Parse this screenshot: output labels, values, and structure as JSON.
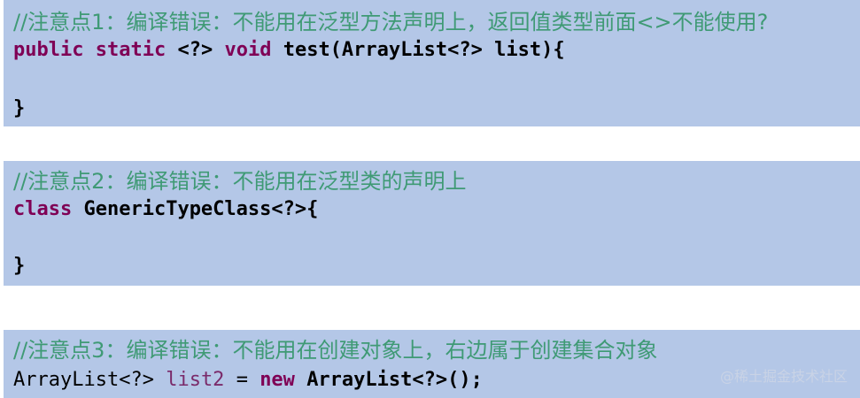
{
  "blocks": [
    {
      "comment": "//注意点1：编译错误：不能用在泛型方法声明上，返回值类型前面<>不能使用?",
      "code": {
        "public": "public",
        "static": "static",
        "wildcard": "<?>",
        "void": "void",
        "rest": "test(ArrayList<?> list){"
      },
      "closing": "}"
    },
    {
      "comment": "//注意点2：编译错误：不能用在泛型类的声明上",
      "code": {
        "class": "class",
        "rest": "GenericTypeClass<?>{"
      },
      "closing": "}"
    },
    {
      "comment": "//注意点3：编译错误：不能用在创建对象上，右边属于创建集合对象",
      "code": {
        "type": "ArrayList<?>",
        "var": "list2",
        "eq": "=",
        "new": "new",
        "rest": "ArrayList<?>();"
      }
    }
  ],
  "watermark": "@稀土掘金技术社区",
  "colors": {
    "block_bg": "#b4c7e7",
    "comment": "#3f9a75",
    "keyword": "#7f0055"
  }
}
